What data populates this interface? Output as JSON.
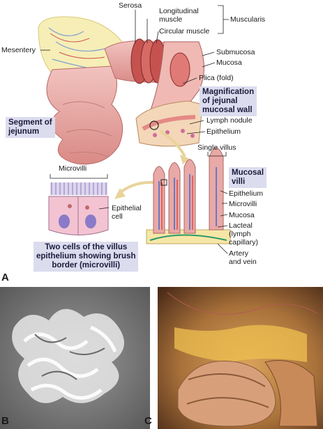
{
  "panels": {
    "a": "A",
    "b": "B",
    "c": "C"
  },
  "labels": {
    "serosa": "Serosa",
    "longitudinal_1": "Longitudinal",
    "longitudinal_2": "muscle",
    "circular": "Circular muscle",
    "muscularis": "Muscularis",
    "mesentery": "Mesentery",
    "submucosa": "Submucosa",
    "mucosa": "Mucosa",
    "plica": "Plica (fold)",
    "lymph_nodule": "Lymph nodule",
    "epithelium": "Epithelium",
    "single_villus": "Single villus",
    "microvilli_top": "Microvilli",
    "epithelial_cell_1": "Epithelial",
    "epithelial_cell_2": "cell",
    "epithelium_2": "Epithelium",
    "microvilli_2": "Microvilli",
    "mucosa_2": "Mucosa",
    "lacteal_1": "Lacteal",
    "lacteal_2": "(lymph",
    "lacteal_3": "capillary)",
    "artery_1": "Artery",
    "artery_2": "and vein"
  },
  "boxes": {
    "magnification": [
      "Magnification",
      "of jejunal",
      "mucosal wall"
    ],
    "segment": [
      "Segment of",
      "jejunum"
    ],
    "mucosal_villi": [
      "Mucosal",
      "villi"
    ],
    "two_cells": [
      "Two cells of the villus",
      "epithelium showing brush",
      "border (microvilli)"
    ]
  },
  "colors": {
    "label_box": "#dcdcef",
    "intestine": "#e8a9a6",
    "muscle": "#c5524f",
    "fat": "#f3e79a",
    "xray_bg": "#8a8a8a",
    "endo_bg": "#6a4a2a"
  }
}
